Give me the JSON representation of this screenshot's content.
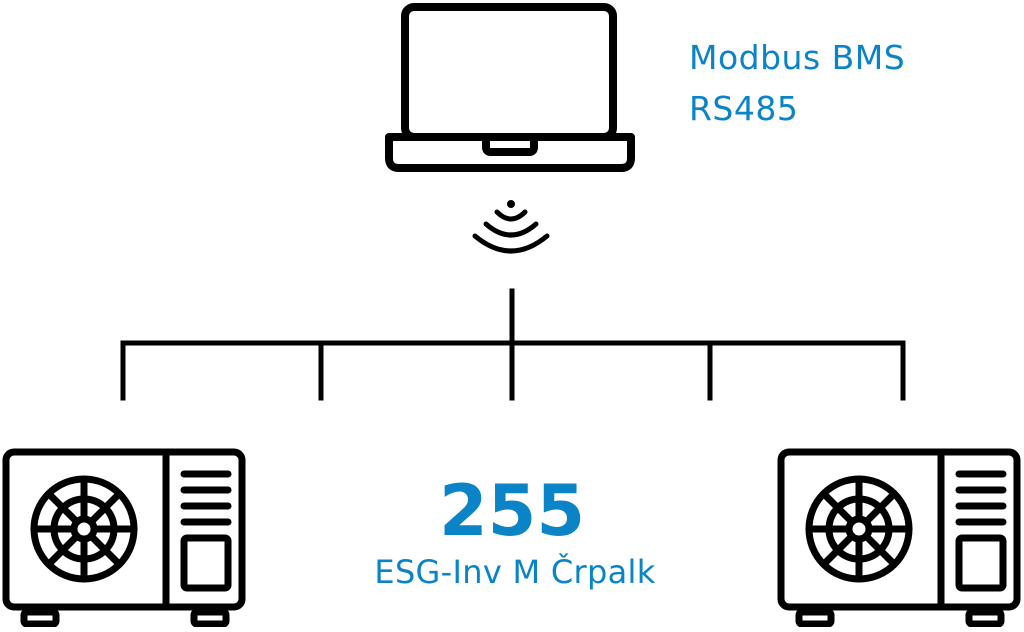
{
  "bms": {
    "line1": "Modbus BMS",
    "line2": "RS485"
  },
  "units": {
    "count": "255",
    "name": "ESG-Inv M Črpalk"
  },
  "icons": {
    "controller": "laptop-icon",
    "signal": "wireless-signal-icon",
    "unit_left": "outdoor-unit-icon",
    "unit_right": "outdoor-unit-icon"
  },
  "colors": {
    "accent": "#0a84c6",
    "stroke": "#000000"
  }
}
